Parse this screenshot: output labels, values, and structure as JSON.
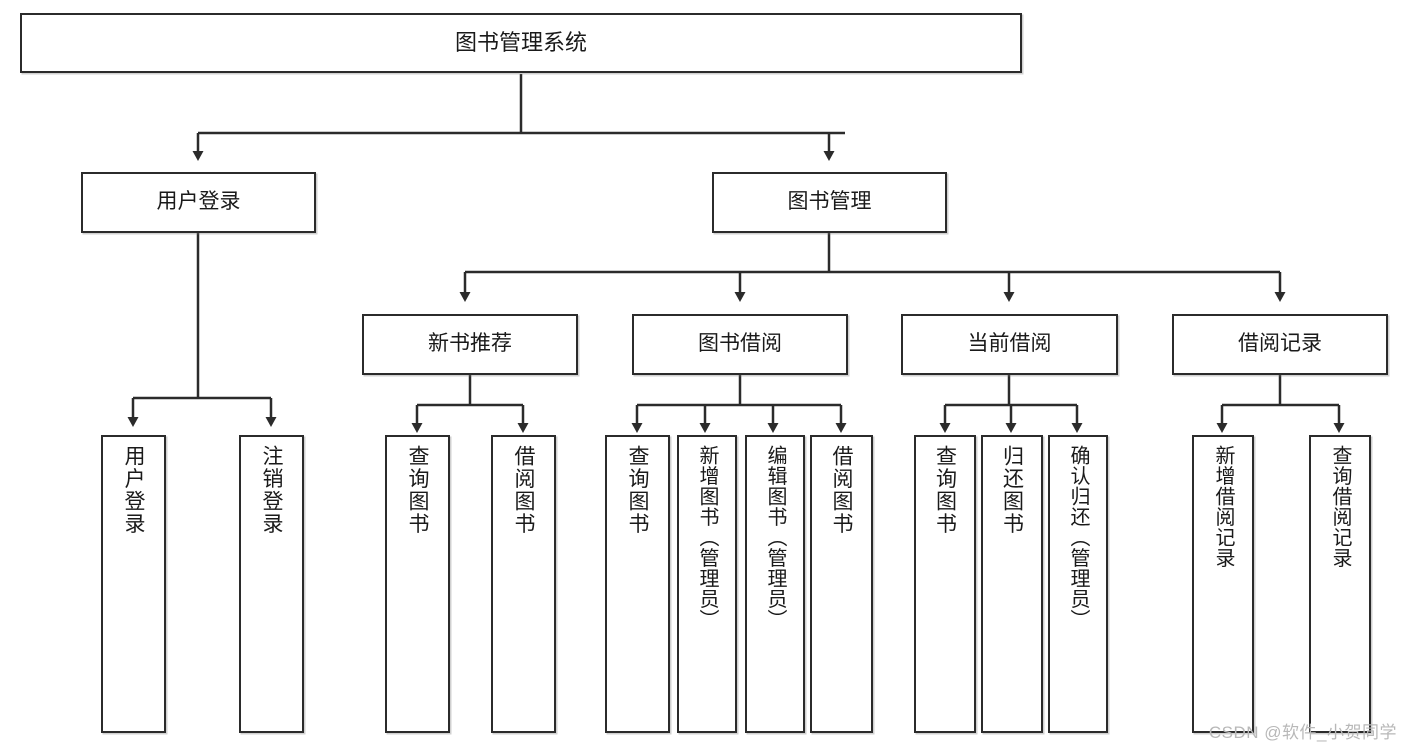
{
  "diagram": {
    "title": "图书管理系统",
    "type": "tree-hierarchy-chart",
    "watermark": "CSDN @软件_小贺同学",
    "colors": {
      "node_border": "#2b2b2b",
      "node_fill": "#ffffff",
      "edge": "#2b2b2b",
      "text": "#1a1a1a",
      "watermark": "#b8b8b8"
    },
    "nodes": {
      "root": {
        "label": "图书管理系统"
      },
      "level2": [
        {
          "id": "user-login",
          "label": "用户登录"
        },
        {
          "id": "book-management",
          "label": "图书管理"
        }
      ],
      "level3": [
        {
          "id": "new-book-recommend",
          "label": "新书推荐"
        },
        {
          "id": "book-borrow",
          "label": "图书借阅"
        },
        {
          "id": "current-borrow",
          "label": "当前借阅"
        },
        {
          "id": "borrow-record",
          "label": "借阅记录"
        }
      ],
      "leaves": {
        "user_login": [
          {
            "id": "leaf-user-login",
            "label": "用户登录"
          },
          {
            "id": "leaf-logout-login",
            "label": "注销登录"
          }
        ],
        "new_book_recommend": [
          {
            "id": "leaf-query-book-1",
            "label": "查询图书"
          },
          {
            "id": "leaf-borrow-book-1",
            "label": "借阅图书"
          }
        ],
        "book_borrow": [
          {
            "id": "leaf-query-book-2",
            "label": "查询图书"
          },
          {
            "id": "leaf-add-book",
            "label": "新增图书（管理员）"
          },
          {
            "id": "leaf-edit-book",
            "label": "编辑图书（管理员）"
          },
          {
            "id": "leaf-borrow-book-2",
            "label": "借阅图书"
          }
        ],
        "current_borrow": [
          {
            "id": "leaf-query-book-3",
            "label": "查询图书"
          },
          {
            "id": "leaf-return-book",
            "label": "归还图书"
          },
          {
            "id": "leaf-confirm-return",
            "label": "确认归还（管理员）"
          }
        ],
        "borrow_record": [
          {
            "id": "leaf-add-record",
            "label": "新增借阅记录"
          },
          {
            "id": "leaf-query-record",
            "label": "查询借阅记录"
          }
        ]
      }
    }
  }
}
